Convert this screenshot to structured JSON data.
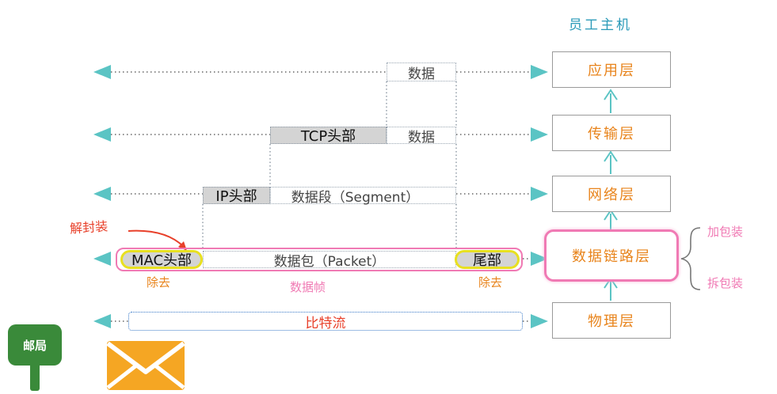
{
  "host_title": "员工主机",
  "layers": [
    "应用层",
    "传输层",
    "网络层",
    "数据链路层",
    "物理层"
  ],
  "encap": {
    "data_top": "数据",
    "tcp_header": "TCP头部",
    "data_tcp": "数据",
    "ip_header": "IP头部",
    "segment": "数据段（Segment）",
    "mac_header": "MAC头部",
    "packet": "数据包（Packet）",
    "tail": "尾部",
    "frame": "数据帧",
    "remove_left": "除去",
    "remove_right": "除去",
    "bitstream": "比特流"
  },
  "annotations": {
    "decapsulate": "解封装",
    "add_package": "加包装",
    "remove_package": "拆包装"
  },
  "post_office": "邮局",
  "colors": {
    "arrow": "#5bc4c4",
    "orange": "#e8841c",
    "pink": "#f07ab4",
    "red": "#e8402a",
    "yellow": "#e8e020",
    "teal": "#2a9ab8",
    "green": "#3a8a3a"
  }
}
